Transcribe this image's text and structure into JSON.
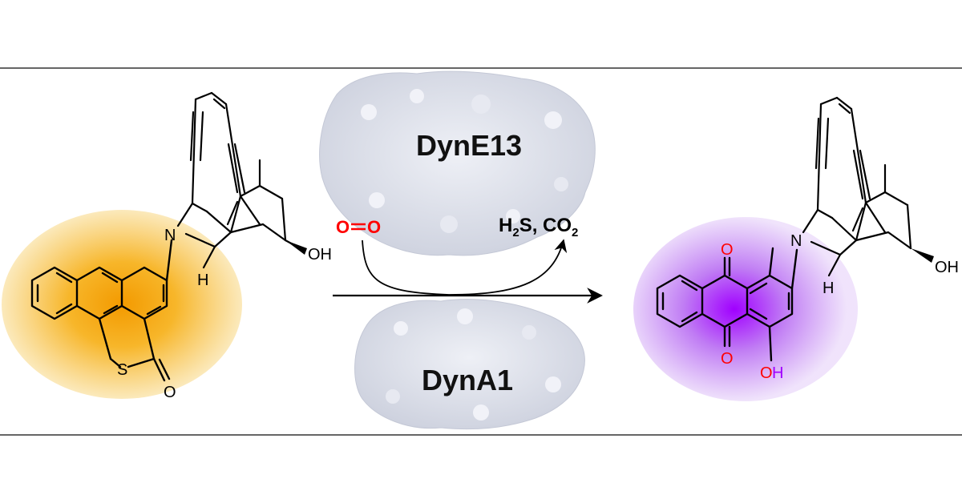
{
  "enzymes": {
    "top": "DynE13",
    "bottom": "DynA1"
  },
  "reagents": {
    "oxygen_left": "O",
    "oxygen_right": "O",
    "products_h": "H",
    "products_h_sub": "2",
    "products_s": "S, CO",
    "products_co_sub": "2"
  },
  "atoms": {
    "nitrogen": "N",
    "hydroxyl": "OH",
    "hydrogen": "H",
    "sulfur": "S",
    "oxygen": "O",
    "phenol_o": "O",
    "phenol_h": "H"
  },
  "colors": {
    "accent_orange": "#f7a800",
    "accent_purple": "#a000ff",
    "oxygen_red": "#ff0000",
    "protein_gray": "#dde0ea"
  }
}
